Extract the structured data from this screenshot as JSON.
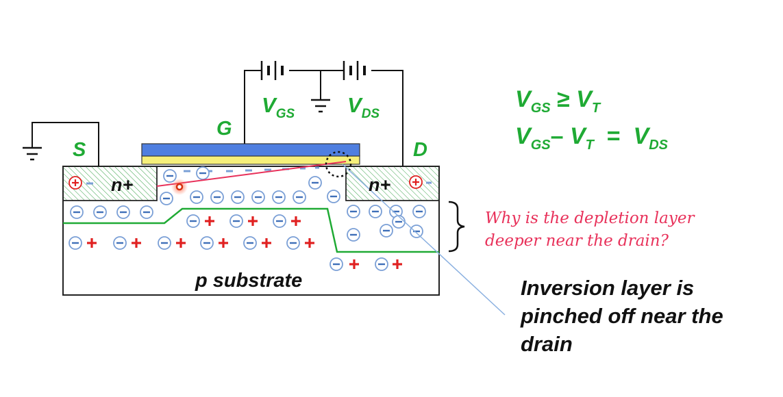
{
  "labels": {
    "source": "S",
    "gate": "G",
    "drain": "D",
    "vgs_main": "V",
    "vgs_sub": "GS",
    "vds_main": "V",
    "vds_sub": "DS",
    "n_plus_left": "n+",
    "n_plus_right": "n+",
    "substrate": "p substrate"
  },
  "equations": {
    "line1": {
      "v1": "V",
      "s1": "GS",
      "op": " ≥ ",
      "v2": "V",
      "s2": "T"
    },
    "line2": {
      "v1": "V",
      "s1": "GS",
      "op1": "– ",
      "v2": "V",
      "s2": "T",
      "op2": "  =  ",
      "v3": "V",
      "s3": "DS"
    }
  },
  "question": "Why is the depletion layer deeper near the drain?",
  "caption": "Inversion layer is pinched off near the drain",
  "colors": {
    "green": "#1faa34",
    "red": "#e8315a",
    "plus": "#e02020",
    "ion_circle": "#7a9fd6",
    "gate_metal": "#4f7fe0",
    "oxide": "#f6f07a",
    "pointer_line": "#8ab0e0"
  }
}
